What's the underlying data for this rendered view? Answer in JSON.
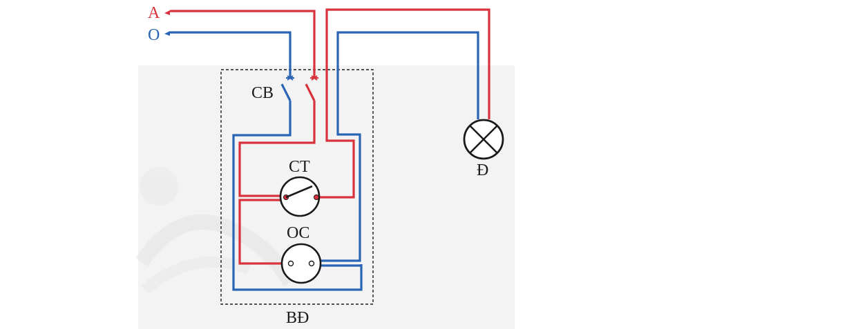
{
  "labels": {
    "phase": "A",
    "neutral": "O",
    "breaker": "CB",
    "switch": "CT",
    "socket": "OC",
    "lamp": "Đ",
    "board": "BĐ"
  },
  "colors": {
    "phase_wire": "#d8323c",
    "neutral_wire": "#2a64b4",
    "component": "#1a1a1a",
    "background_panel": "#f3f3f3"
  }
}
